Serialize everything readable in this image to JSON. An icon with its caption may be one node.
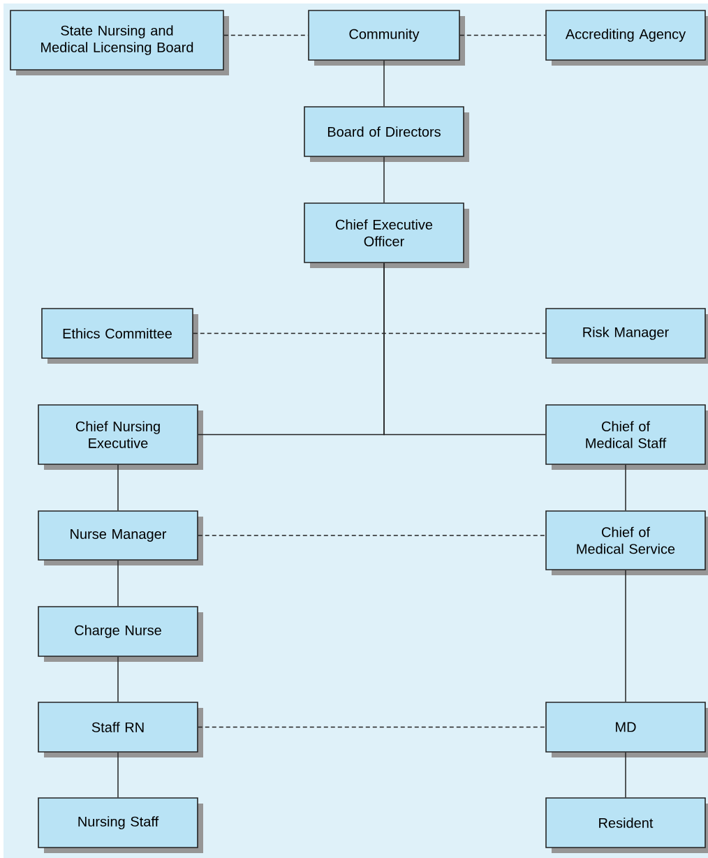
{
  "diagram": {
    "nodes": [
      {
        "text": [
          "State Nursing and Medical Licensing Board"
        ]
      },
      {
        "text": [
          "Community"
        ]
      },
      {
        "text": [
          "Accrediting Agency"
        ]
      },
      {
        "text": [
          "Board of Directors"
        ]
      },
      {
        "text": [
          "Chief Executive Officer"
        ]
      },
      {
        "text": [
          "Ethics Committee"
        ]
      },
      {
        "text": [
          "Risk Manager"
        ]
      },
      {
        "text": [
          "Chief Nursing Executive"
        ]
      },
      {
        "text": [
          "Chief of Medical Staff"
        ]
      },
      {
        "text": [
          "Nurse Manager"
        ]
      },
      {
        "text": [
          "Chief of Medical Service"
        ]
      },
      {
        "text": [
          "Charge Nurse"
        ]
      },
      {
        "text": [
          "Staff RN"
        ]
      },
      {
        "text": [
          "MD"
        ]
      },
      {
        "text": [
          "Nursing Staff"
        ]
      },
      {
        "text": [
          "Resident"
        ]
      }
    ],
    "edges": [
      {
        "from": 0,
        "to": 1,
        "arrow": "none",
        "style": "dashed"
      },
      {
        "from": 1,
        "to": 2,
        "arrow": "none",
        "style": "dashed"
      },
      {
        "from": 1,
        "to": 3,
        "arrow": "none"
      },
      {
        "from": 3,
        "to": 4,
        "arrow": "none"
      },
      {
        "from": 5,
        "to": 6,
        "arrow": "none",
        "style": "dashed"
      },
      {
        "from": 4,
        "to": 7,
        "arrow": "none"
      },
      {
        "from": 4,
        "to": 8,
        "arrow": "none"
      },
      {
        "from": 7,
        "to": 9,
        "arrow": "none"
      },
      {
        "from": 8,
        "to": 10,
        "arrow": "none"
      },
      {
        "from": 9,
        "to": 10,
        "arrow": "none",
        "style": "dashed"
      },
      {
        "from": 9,
        "to": 11,
        "arrow": "none"
      },
      {
        "from": 10,
        "to": 13,
        "arrow": "none"
      },
      {
        "from": 11,
        "to": 12,
        "arrow": "none"
      },
      {
        "from": 12,
        "to": 13,
        "arrow": "none",
        "style": "dashed"
      },
      {
        "from": 12,
        "to": 14,
        "arrow": "none"
      },
      {
        "from": 13,
        "to": 15,
        "arrow": "none"
      }
    ]
  }
}
